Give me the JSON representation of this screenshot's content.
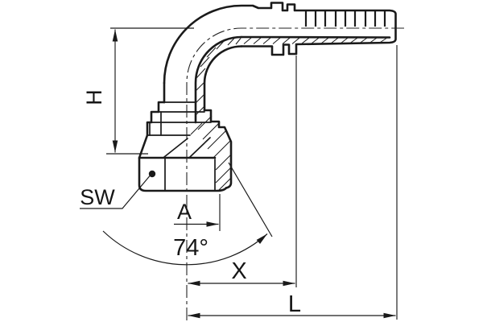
{
  "drawing": {
    "labels": {
      "height": "H",
      "wrench_size": "SW",
      "dim_a": "A",
      "cone_angle": "74°",
      "dim_x": "X",
      "dim_l": "L"
    },
    "colors": {
      "line": "#1a1a1a",
      "dimension_line": "#222222",
      "background": "#ffffff"
    }
  }
}
